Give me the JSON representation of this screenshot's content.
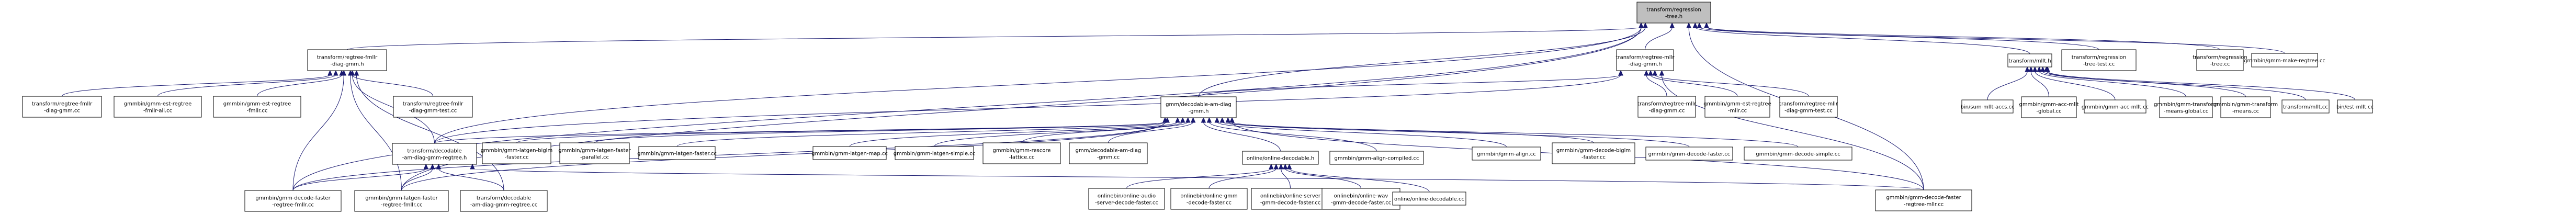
{
  "graph": {
    "title": "transform/regression-tree.h",
    "kind": "include-dependency-graph",
    "colors": {
      "edge": "#191970",
      "root_fill": "#bfbfbf",
      "node_fill": "#ffffff",
      "node_border": "#000000"
    },
    "nodes": [
      {
        "id": "root",
        "label": [
          "transform/regression",
          "-tree.h"
        ],
        "root": true
      },
      {
        "id": "fmllr_h",
        "label": [
          "transform/regtree-fmllr",
          "-diag-gmm.h"
        ]
      },
      {
        "id": "mllr_h",
        "label": [
          "transform/regtree-mllr",
          "-diag-gmm.h"
        ]
      },
      {
        "id": "mllt_h",
        "label": [
          "transform/mllt.h"
        ]
      },
      {
        "id": "rt_test",
        "label": [
          "transform/regression",
          "-tree-test.cc"
        ]
      },
      {
        "id": "rt_cc",
        "label": [
          "transform/regression",
          "-tree.cc"
        ]
      },
      {
        "id": "make_regtree",
        "label": [
          "gmmbin/gmm-make-regtree.cc"
        ]
      },
      {
        "id": "fmllr_cc",
        "label": [
          "transform/regtree-fmllr",
          "-diag-gmm.cc"
        ]
      },
      {
        "id": "est_fmllr_ali",
        "label": [
          "gmmbin/gmm-est-regtree",
          "-fmllr-ali.cc"
        ]
      },
      {
        "id": "est_fmllr",
        "label": [
          "gmmbin/gmm-est-regtree",
          "-fmllr.cc"
        ]
      },
      {
        "id": "fmllr_test",
        "label": [
          "transform/regtree-fmllr",
          "-diag-gmm-test.cc"
        ]
      },
      {
        "id": "dec_gmm_h",
        "label": [
          "gmm/decodable-am-diag",
          "-gmm.h"
        ]
      },
      {
        "id": "mllr_cc",
        "label": [
          "transform/regtree-mllr",
          "-diag-gmm.cc"
        ]
      },
      {
        "id": "est_mllr",
        "label": [
          "gmmbin/gmm-est-regtree",
          "-mllr.cc"
        ]
      },
      {
        "id": "mllr_test",
        "label": [
          "transform/regtree-mllr",
          "-diag-gmm-test.cc"
        ]
      },
      {
        "id": "sum_mllt",
        "label": [
          "bin/sum-mllt-accs.cc"
        ]
      },
      {
        "id": "acc_mllt_global",
        "label": [
          "gmmbin/gmm-acc-mllt",
          "-global.cc"
        ]
      },
      {
        "id": "acc_mllt",
        "label": [
          "gmmbin/gmm-acc-mllt.cc"
        ]
      },
      {
        "id": "tm_global",
        "label": [
          "gmmbin/gmm-transform",
          "-means-global.cc"
        ]
      },
      {
        "id": "tm",
        "label": [
          "gmmbin/gmm-transform",
          "-means.cc"
        ]
      },
      {
        "id": "mllt_cc",
        "label": [
          "transform/mllt.cc"
        ]
      },
      {
        "id": "est_mllt",
        "label": [
          "bin/est-mllt.cc"
        ]
      },
      {
        "id": "dec_regtree_h",
        "label": [
          "transform/decodable",
          "-am-diag-gmm-regtree.h"
        ]
      },
      {
        "id": "latgen_biglm",
        "label": [
          "gmmbin/gmm-latgen-biglm",
          "-faster.cc"
        ]
      },
      {
        "id": "latgen_parallel",
        "label": [
          "gmmbin/gmm-latgen-faster",
          "-parallel.cc"
        ]
      },
      {
        "id": "latgen_faster",
        "label": [
          "gmmbin/gmm-latgen-faster.cc"
        ]
      },
      {
        "id": "latgen_map",
        "label": [
          "gmmbin/gmm-latgen-map.cc"
        ]
      },
      {
        "id": "latgen_simple",
        "label": [
          "gmmbin/gmm-latgen-simple.cc"
        ]
      },
      {
        "id": "rescore",
        "label": [
          "gmmbin/gmm-rescore",
          "-lattice.cc"
        ]
      },
      {
        "id": "dec_gmm_cc",
        "label": [
          "gmm/decodable-am-diag",
          "-gmm.cc"
        ]
      },
      {
        "id": "online_dec_h",
        "label": [
          "online/online-decodable.h"
        ]
      },
      {
        "id": "align_compiled",
        "label": [
          "gmmbin/gmm-align-compiled.cc"
        ]
      },
      {
        "id": "align",
        "label": [
          "gmmbin/gmm-align.cc"
        ]
      },
      {
        "id": "decode_biglm",
        "label": [
          "gmmbin/gmm-decode-biglm",
          "-faster.cc"
        ]
      },
      {
        "id": "decode_faster",
        "label": [
          "gmmbin/gmm-decode-faster.cc"
        ]
      },
      {
        "id": "decode_simple",
        "label": [
          "gmmbin/gmm-decode-simple.cc"
        ]
      },
      {
        "id": "decode_faster_fmllr",
        "label": [
          "gmmbin/gmm-decode-faster",
          "-regtree-fmllr.cc"
        ]
      },
      {
        "id": "latgen_faster_fmllr",
        "label": [
          "gmmbin/gmm-latgen-faster",
          "-regtree-fmllr.cc"
        ]
      },
      {
        "id": "dec_regtree_cc",
        "label": [
          "transform/decodable",
          "-am-diag-gmm-regtree.cc"
        ]
      },
      {
        "id": "online_audio",
        "label": [
          "onlinebin/online-audio",
          "-server-decode-faster.cc"
        ]
      },
      {
        "id": "online_gmm",
        "label": [
          "onlinebin/online-gmm",
          "-decode-faster.cc"
        ]
      },
      {
        "id": "online_server",
        "label": [
          "onlinebin/online-server",
          "-gmm-decode-faster.cc"
        ]
      },
      {
        "id": "online_wav",
        "label": [
          "onlinebin/online-wav",
          "-gmm-decode-faster.cc"
        ]
      },
      {
        "id": "online_dec_cc",
        "label": [
          "online/online-decodable.cc"
        ]
      },
      {
        "id": "decode_faster_mllr",
        "label": [
          "gmmbin/gmm-decode-faster",
          "-regtree-mllr.cc"
        ]
      }
    ],
    "edges": [
      [
        "fmllr_h",
        "root"
      ],
      [
        "mllr_h",
        "root"
      ],
      [
        "mllt_h",
        "root"
      ],
      [
        "rt_test",
        "root"
      ],
      [
        "rt_cc",
        "root"
      ],
      [
        "make_regtree",
        "root"
      ],
      [
        "dec_gmm_h",
        "root"
      ],
      [
        "dec_regtree_h",
        "root"
      ],
      [
        "decode_faster_fmllr",
        "root"
      ],
      [
        "latgen_faster_fmllr",
        "root"
      ],
      [
        "decode_faster_mllr",
        "root"
      ],
      [
        "fmllr_cc",
        "fmllr_h"
      ],
      [
        "est_fmllr_ali",
        "fmllr_h"
      ],
      [
        "est_fmllr",
        "fmllr_h"
      ],
      [
        "fmllr_test",
        "fmllr_h"
      ],
      [
        "dec_regtree_h",
        "fmllr_h"
      ],
      [
        "decode_faster_fmllr",
        "fmllr_h"
      ],
      [
        "latgen_faster_fmllr",
        "fmllr_h"
      ],
      [
        "dec_regtree_cc",
        "fmllr_h"
      ],
      [
        "mllr_cc",
        "mllr_h"
      ],
      [
        "est_mllr",
        "mllr_h"
      ],
      [
        "mllr_test",
        "mllr_h"
      ],
      [
        "decode_faster_mllr",
        "mllr_h"
      ],
      [
        "dec_regtree_h",
        "mllr_h"
      ],
      [
        "dec_gmm_h",
        "mllr_h"
      ],
      [
        "sum_mllt",
        "mllt_h"
      ],
      [
        "acc_mllt_global",
        "mllt_h"
      ],
      [
        "acc_mllt",
        "mllt_h"
      ],
      [
        "tm_global",
        "mllt_h"
      ],
      [
        "tm",
        "mllt_h"
      ],
      [
        "mllt_cc",
        "mllt_h"
      ],
      [
        "est_mllt",
        "mllt_h"
      ],
      [
        "dec_regtree_h",
        "dec_gmm_h"
      ],
      [
        "latgen_biglm",
        "dec_gmm_h"
      ],
      [
        "latgen_parallel",
        "dec_gmm_h"
      ],
      [
        "latgen_faster",
        "dec_gmm_h"
      ],
      [
        "latgen_map",
        "dec_gmm_h"
      ],
      [
        "latgen_simple",
        "dec_gmm_h"
      ],
      [
        "rescore",
        "dec_gmm_h"
      ],
      [
        "dec_gmm_cc",
        "dec_gmm_h"
      ],
      [
        "online_dec_h",
        "dec_gmm_h"
      ],
      [
        "align_compiled",
        "dec_gmm_h"
      ],
      [
        "align",
        "dec_gmm_h"
      ],
      [
        "decode_biglm",
        "dec_gmm_h"
      ],
      [
        "decode_faster",
        "dec_gmm_h"
      ],
      [
        "decode_simple",
        "dec_gmm_h"
      ],
      [
        "decode_faster_mllr",
        "dec_gmm_h"
      ],
      [
        "latgen_faster_fmllr",
        "dec_gmm_h"
      ],
      [
        "decode_faster_fmllr",
        "dec_gmm_h"
      ],
      [
        "decode_faster_fmllr",
        "dec_regtree_h"
      ],
      [
        "latgen_faster_fmllr",
        "dec_regtree_h"
      ],
      [
        "dec_regtree_cc",
        "dec_regtree_h"
      ],
      [
        "decode_faster_mllr",
        "dec_regtree_h"
      ],
      [
        "online_audio",
        "online_dec_h"
      ],
      [
        "online_gmm",
        "online_dec_h"
      ],
      [
        "online_server",
        "online_dec_h"
      ],
      [
        "online_wav",
        "online_dec_h"
      ],
      [
        "online_dec_cc",
        "online_dec_h"
      ]
    ]
  }
}
